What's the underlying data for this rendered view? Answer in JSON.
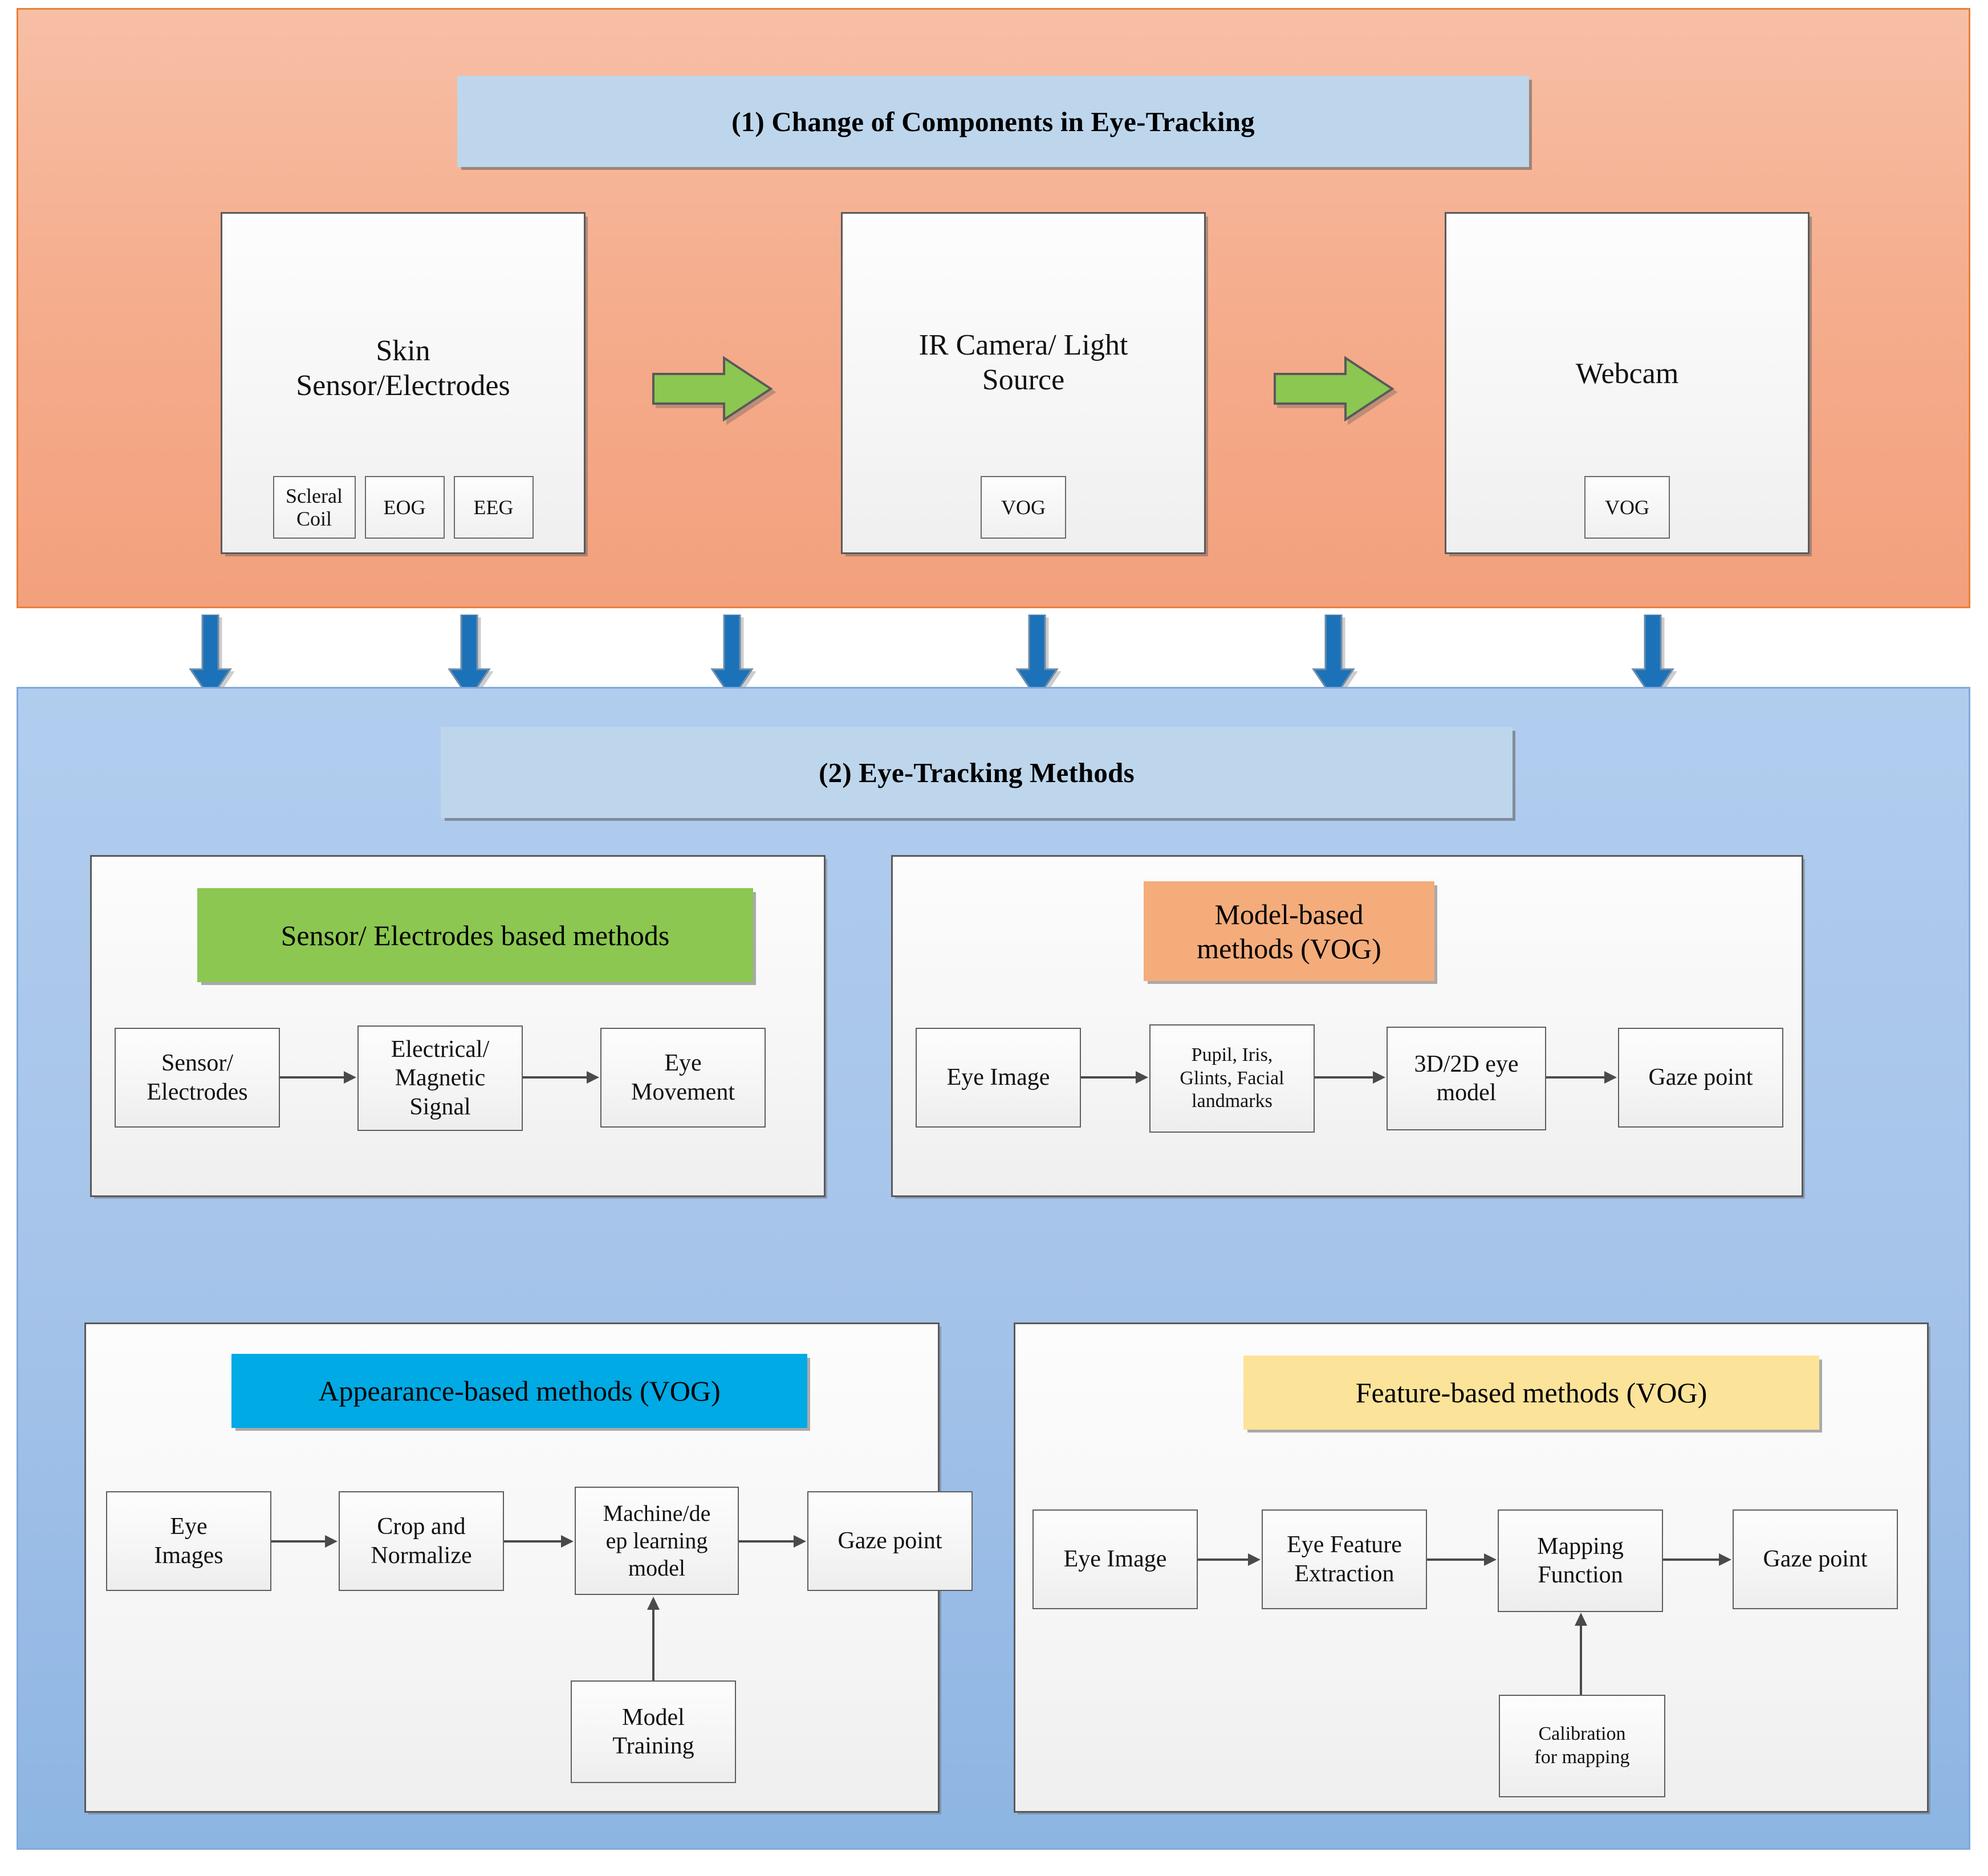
{
  "section1": {
    "title": "(1) Change of Components in Eye-Tracking",
    "background_color": "#F4A582",
    "components": [
      {
        "name": "Skin\nSensor/Electrodes",
        "line1": "Skin",
        "line2": "Sensor/Electrodes",
        "chips": [
          "Scleral Coil",
          "EOG",
          "EEG"
        ]
      },
      {
        "name": "IR Camera/ Light Source",
        "line1": "IR Camera/ Light",
        "line2": "Source",
        "chips": [
          "VOG"
        ]
      },
      {
        "name": "Webcam",
        "line1": "Webcam",
        "line2": "",
        "chips": [
          "VOG"
        ]
      }
    ],
    "arrow_color": "#8CC751",
    "arrow_count": 2
  },
  "transition_arrows": {
    "count": 6,
    "color": "#1C72B8",
    "direction": "down"
  },
  "section2": {
    "title": "(2) Eye-Tracking Methods",
    "background_color": "#A6C4EA",
    "panels": [
      {
        "id": "sensor",
        "title": "Sensor/ Electrodes based methods",
        "title_color": "#8CC751",
        "nodes": [
          "Sensor/ Electrodes",
          "Electrical/ Magnetic Signal",
          "Eye Movement"
        ],
        "flow": [
          "Sensor/ Electrodes",
          "Electrical/ Magnetic Signal",
          "Eye Movement"
        ]
      },
      {
        "id": "model",
        "title": "Model-based methods (VOG)",
        "title_color": "#F4AC7B",
        "nodes": [
          "Eye Image",
          "Pupil, Iris, Glints, Facial landmarks",
          "3D/2D eye model",
          "Gaze point"
        ],
        "flow": [
          "Eye Image",
          "Pupil, Iris, Glints, Facial landmarks",
          "3D/2D eye model",
          "Gaze point"
        ]
      },
      {
        "id": "appearance",
        "title": "Appearance-based methods (VOG)",
        "title_color": "#00AAE4",
        "nodes": [
          "Eye Images",
          "Crop and Normalize",
          "Machine/deep learning model",
          "Gaze point",
          "Model Training"
        ],
        "flow": [
          "Eye Images",
          "Crop and Normalize",
          "Machine/deep learning model",
          "Gaze point"
        ],
        "side_input": {
          "from": "Model Training",
          "to": "Machine/deep learning model"
        }
      },
      {
        "id": "feature",
        "title": "Feature-based methods (VOG)",
        "title_color": "#FCE39A",
        "nodes": [
          "Eye Image",
          "Eye Feature Extraction",
          "Mapping Function",
          "Gaze point",
          "Calibration for  mapping"
        ],
        "flow": [
          "Eye Image",
          "Eye Feature Extraction",
          "Mapping Function",
          "Gaze point"
        ],
        "side_input": {
          "from": "Calibration for  mapping",
          "to": "Mapping Function"
        }
      }
    ]
  },
  "labels": {
    "card1_line1": "Skin",
    "card1_line2": "Sensor/Electrodes",
    "card1_chip1_l1": "Scleral",
    "card1_chip1_l2": "Coil",
    "card1_chip2": "EOG",
    "card1_chip3": "EEG",
    "card2_line1": "IR Camera/ Light",
    "card2_line2": "Source",
    "card2_chip1": "VOG",
    "card3_line1": "Webcam",
    "card3_chip1": "VOG",
    "sensor_title": "Sensor/ Electrodes based methods",
    "sensor_n1_l1": "Sensor/",
    "sensor_n1_l2": "Electrodes",
    "sensor_n2_l1": "Electrical/",
    "sensor_n2_l2": "Magnetic",
    "sensor_n2_l3": "Signal",
    "sensor_n3_l1": "Eye",
    "sensor_n3_l2": "Movement",
    "model_title_l1": "Model-based",
    "model_title_l2": "methods (VOG)",
    "model_n1": "Eye Image",
    "model_n2_l1": "Pupil, Iris,",
    "model_n2_l2": "Glints, Facial",
    "model_n2_l3": "landmarks",
    "model_n3_l1": "3D/2D eye",
    "model_n3_l2": "model",
    "model_n4": "Gaze point",
    "appear_title": "Appearance-based methods (VOG)",
    "appear_n1_l1": "Eye",
    "appear_n1_l2": "Images",
    "appear_n2_l1": "Crop and",
    "appear_n2_l2": "Normalize",
    "appear_n3_l1": "Machine/de",
    "appear_n3_l2": "ep learning",
    "appear_n3_l3": "model",
    "appear_n4": "Gaze point",
    "appear_n5_l1": "Model",
    "appear_n5_l2": "Training",
    "feature_title": "Feature-based methods (VOG)",
    "feature_n1": "Eye Image",
    "feature_n2_l1": "Eye Feature",
    "feature_n2_l2": "Extraction",
    "feature_n3_l1": "Mapping",
    "feature_n3_l2": "Function",
    "feature_n4": "Gaze point",
    "feature_n5_l1": "Calibration",
    "feature_n5_l2": "for  mapping"
  }
}
